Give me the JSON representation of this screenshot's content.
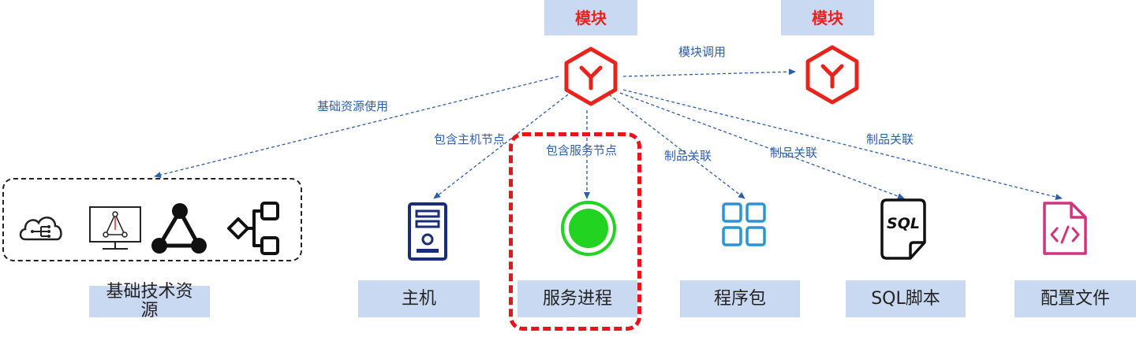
{
  "nodes": {
    "module_main": {
      "label": "模块"
    },
    "module_target": {
      "label": "模块"
    },
    "infrastructure": {
      "label": "基础技术资源"
    },
    "host": {
      "label": "主机"
    },
    "service_process": {
      "label": "服务进程"
    },
    "program_package": {
      "label": "程序包"
    },
    "sql_script": {
      "label": "SQL脚本"
    },
    "config_file": {
      "label": "配置文件"
    }
  },
  "edges": {
    "module_call": "模块调用",
    "infra_use": "基础资源使用",
    "contains_host": "包含主机节点",
    "contains_service": "包含服务节点",
    "artifact_package": "制品关联",
    "artifact_sql": "制品关联",
    "artifact_config": "制品关联"
  },
  "icons": {
    "module_main": "module-hexagon-icon",
    "module_target": "module-hexagon-icon",
    "cloud": "cloud-network-icon",
    "monitor": "monitor-topology-icon",
    "triangle": "triangle-graph-icon",
    "tree": "tree-structure-icon",
    "host": "server-tower-icon",
    "service": "running-status-icon",
    "package": "app-grid-icon",
    "sql": "sql-file-icon",
    "config": "code-file-icon"
  },
  "colors": {
    "module_red": "#e8231c",
    "label_box_bg": "#c9d9f2",
    "edge_blue": "#2d5fa8",
    "highlight_red": "#e8131c",
    "service_green": "#22d322",
    "host_navy": "#1a2d7a",
    "package_blue": "#2a95d6",
    "config_pink": "#d1337d"
  }
}
